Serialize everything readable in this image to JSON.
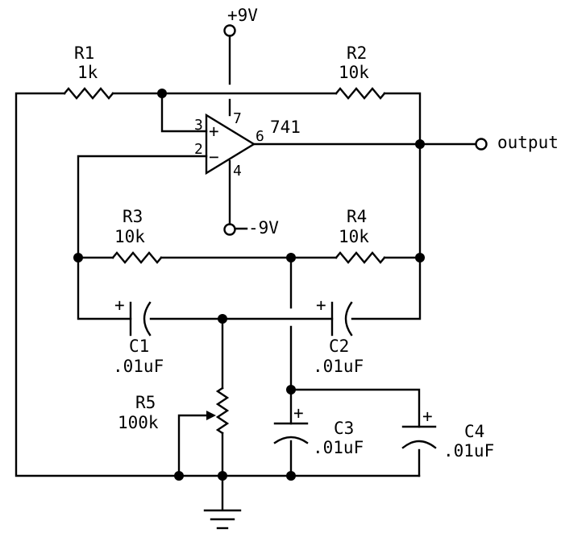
{
  "supply": {
    "positive": "+9V",
    "negative": "-9V"
  },
  "opamp": {
    "part": "741",
    "pin_noninv": "3",
    "pin_inv": "2",
    "pin_out": "6",
    "pin_vpos": "7",
    "pin_vneg": "4",
    "plus_sign": "+",
    "minus_sign": "−"
  },
  "output": {
    "label": "output"
  },
  "resistors": {
    "r1": {
      "name": "R1",
      "value": "1k"
    },
    "r2": {
      "name": "R2",
      "value": "10k"
    },
    "r3": {
      "name": "R3",
      "value": "10k"
    },
    "r4": {
      "name": "R4",
      "value": "10k"
    },
    "r5": {
      "name": "R5",
      "value": "100k"
    }
  },
  "capacitors": {
    "c1": {
      "name": "C1",
      "value": ".01uF",
      "polarity": "+"
    },
    "c2": {
      "name": "C2",
      "value": ".01uF",
      "polarity": "+"
    },
    "c3": {
      "name": "C3",
      "value": ".01uF",
      "polarity": "+"
    },
    "c4": {
      "name": "C4",
      "value": ".01uF",
      "polarity": "+"
    }
  }
}
